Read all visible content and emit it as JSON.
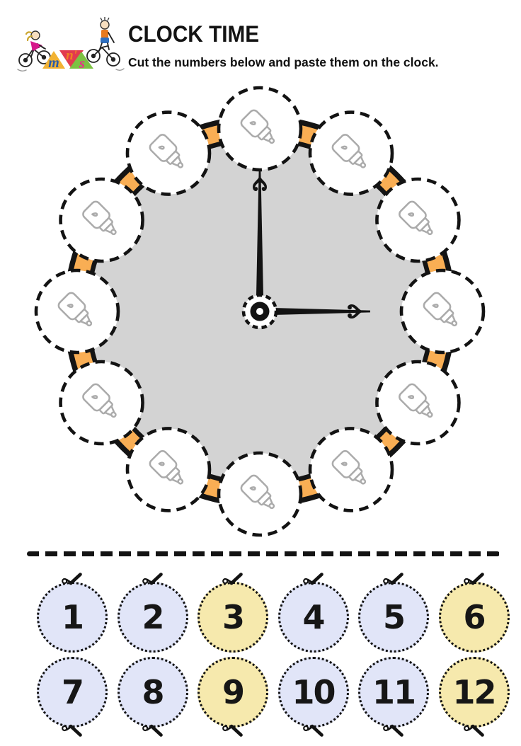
{
  "header": {
    "title": "CLOCK TIME",
    "subtitle": "Cut the numbers below and paste them on the clock.",
    "logo": {
      "name": "mns-kids-on-bikes-logo",
      "letters": [
        "m",
        "n'",
        "s"
      ],
      "triangle_colors": [
        "#F2B233",
        "#E23B4E",
        "#7CC242"
      ],
      "letter_colors": [
        "#2B5BA8",
        "#F08123",
        "#E8308A"
      ]
    }
  },
  "clock": {
    "face_color": "#D3D3D3",
    "rim_color": "#F9AE54",
    "rim_edge_color": "#141414",
    "paste_slots": {
      "count": 12,
      "icon": "glue-stick-icon",
      "fill": "#FFFFFF",
      "border_color": "#131313"
    },
    "hands": {
      "color": "#131313",
      "hour_points_to": 3,
      "minute_points_to": 12,
      "time_shown": "3:00"
    }
  },
  "cut_line": {
    "style": "dashed",
    "color": "#131313"
  },
  "numbers": {
    "scissors_icon": "scissors-icon",
    "colors": {
      "lavender": "#E1E5F8",
      "yellow": "#F6E9AD"
    },
    "rows": [
      [
        {
          "value": "1",
          "color": "lavender"
        },
        {
          "value": "2",
          "color": "lavender"
        },
        {
          "value": "3",
          "color": "yellow"
        },
        {
          "value": "4",
          "color": "lavender"
        },
        {
          "value": "5",
          "color": "lavender"
        },
        {
          "value": "6",
          "color": "yellow"
        }
      ],
      [
        {
          "value": "7",
          "color": "lavender"
        },
        {
          "value": "8",
          "color": "lavender"
        },
        {
          "value": "9",
          "color": "yellow"
        },
        {
          "value": "10",
          "color": "lavender"
        },
        {
          "value": "11",
          "color": "lavender"
        },
        {
          "value": "12",
          "color": "yellow"
        }
      ]
    ]
  }
}
